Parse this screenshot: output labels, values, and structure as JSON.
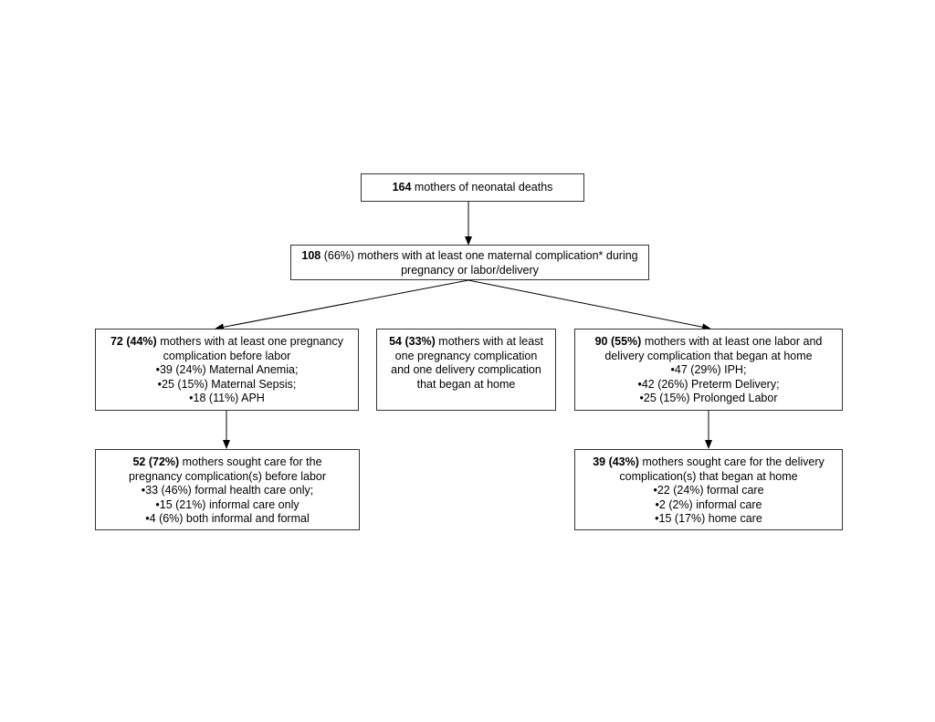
{
  "nodes": {
    "root": {
      "lines": [
        {
          "bold": "164",
          "text": " mothers of neonatal deaths"
        }
      ]
    },
    "level1": {
      "lines": [
        {
          "bold": "108",
          "text": " (66%) mothers with at least one maternal complication* during"
        },
        {
          "bold": "",
          "text": "pregnancy or labor/delivery"
        }
      ]
    },
    "left": {
      "lines": [
        {
          "bold": "72 (44%)",
          "text": " mothers with at least one pregnancy"
        },
        {
          "bold": "",
          "text": "complication before labor"
        },
        {
          "bold": "",
          "text": "•39 (24%) Maternal Anemia;"
        },
        {
          "bold": "",
          "text": "•25 (15%) Maternal Sepsis;"
        },
        {
          "bold": "",
          "text": "•18 (11%) APH"
        }
      ]
    },
    "middle": {
      "lines": [
        {
          "bold": "54 (33%)",
          "text": " mothers with at least"
        },
        {
          "bold": "",
          "text": "one pregnancy complication"
        },
        {
          "bold": "",
          "text": "and one delivery complication"
        },
        {
          "bold": "",
          "text": "that began at home"
        }
      ]
    },
    "right": {
      "lines": [
        {
          "bold": "90 (55%)",
          "text": " mothers with at least one labor and"
        },
        {
          "bold": "",
          "text": "delivery complication that began at home"
        },
        {
          "bold": "",
          "text": "•47 (29%) IPH;"
        },
        {
          "bold": "",
          "text": "•42 (26%) Preterm Delivery;"
        },
        {
          "bold": "",
          "text": "•25 (15%) Prolonged Labor"
        }
      ]
    },
    "left_bottom": {
      "lines": [
        {
          "bold": "52 (72%)",
          "text": " mothers sought care for the"
        },
        {
          "bold": "",
          "text": "pregnancy complication(s) before labor"
        },
        {
          "bold": "",
          "text": "•33 (46%) formal health care only;"
        },
        {
          "bold": "",
          "text": "•15 (21%) informal care only"
        },
        {
          "bold": "",
          "text": "•4 (6%) both informal and formal"
        }
      ]
    },
    "right_bottom": {
      "lines": [
        {
          "bold": "39 (43%)",
          "text": " mothers sought care for the delivery"
        },
        {
          "bold": "",
          "text": "complication(s) that began at home"
        },
        {
          "bold": "",
          "text": "•22 (24%) formal care"
        },
        {
          "bold": "",
          "text": "•2 (2%) informal care"
        },
        {
          "bold": "",
          "text": "•15 (17%) home care"
        }
      ]
    }
  }
}
